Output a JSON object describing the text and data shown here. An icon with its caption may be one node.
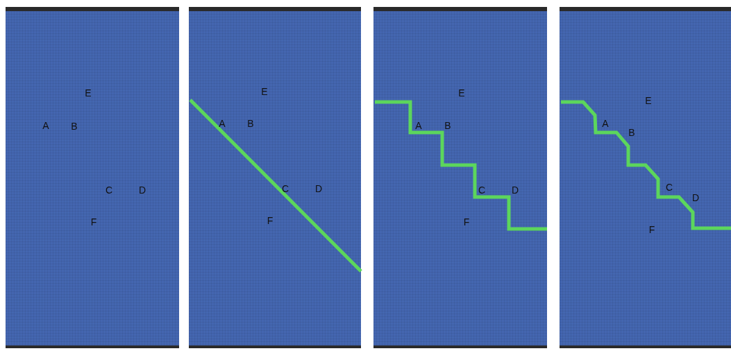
{
  "diagram": {
    "nodes": [
      {
        "text": [
          "E",
          "A",
          "B",
          "C",
          "D",
          "F"
        ]
      },
      {
        "text": [
          "E",
          "A",
          "B",
          "C",
          "D",
          "F"
        ]
      },
      {
        "text": [
          "E",
          "A",
          "B",
          "C",
          "D",
          "F"
        ]
      },
      {
        "text": [
          "E",
          "A",
          "B",
          "C",
          "D",
          "F"
        ]
      }
    ]
  }
}
